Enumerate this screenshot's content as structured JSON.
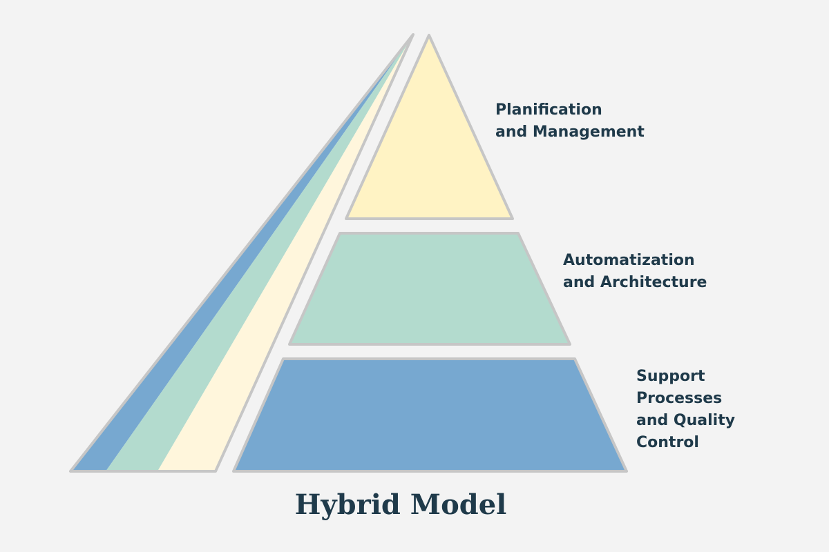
{
  "diagram": {
    "title": "Hybrid Model",
    "levels": [
      {
        "lines": [
          "Planification",
          "and Management"
        ],
        "color": "#fff3c4"
      },
      {
        "lines": [
          "Automatization",
          "and Architecture"
        ],
        "color": "#b3dbce"
      },
      {
        "lines": [
          "Support",
          "Processes",
          "and Quality",
          "Control"
        ],
        "color": "#77a8d0"
      }
    ],
    "side_face_colors": [
      "#77a8d0",
      "#b3dbce",
      "#fff6dc"
    ],
    "outline_color": "#c6c6c6"
  }
}
